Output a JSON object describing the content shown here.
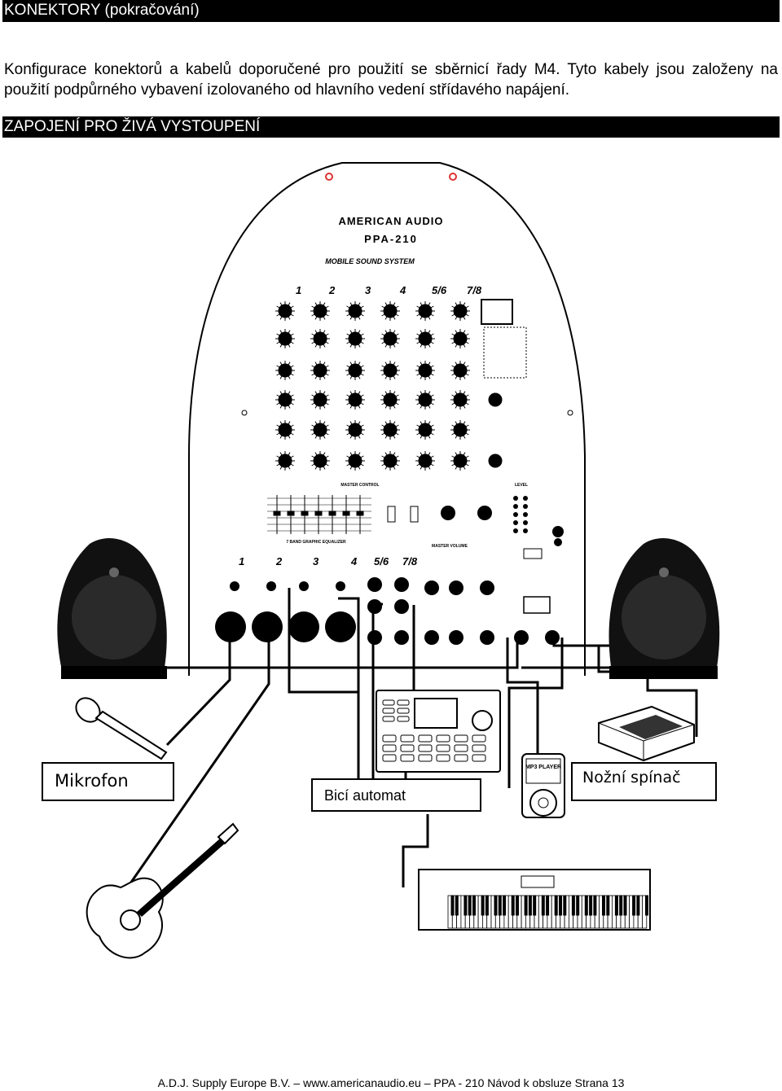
{
  "header": {
    "title": "KONEKTORY (pokračování)"
  },
  "intro": {
    "text": "Konfigurace konektorů a kabelů doporučené pro použití se sběrnicí řady M4. Tyto kabely jsou založeny na použití podpůrného vybavení izolovaného od hlavního vedení střídavého napájení."
  },
  "section": {
    "title": "ZAPOJENÍ PRO ŽIVÁ VYSTOUPENÍ"
  },
  "mixer": {
    "brand": "AMERICAN AUDIO",
    "model": "PPA-210",
    "subtitle": "MOBILE SOUND SYSTEM",
    "channels_top": [
      "1",
      "2",
      "3",
      "4",
      "5/6",
      "7/8"
    ],
    "channels_bottom": [
      "1",
      "2",
      "3",
      "4",
      "5/6",
      "7/8"
    ],
    "master_control": "MASTER CONTROL",
    "level": "LEVEL",
    "equalizer": "7 BAND GRAPHIC EQUALIZER",
    "master_volume": "MASTER VOLUME"
  },
  "devices": {
    "mp3_player": "MP3 PLAYER"
  },
  "labels": {
    "microphone": "Mikrofon",
    "drum_machine": "Bicí automat",
    "foot_switch": "Nožní spínač"
  },
  "footer": {
    "text": "A.D.J. Supply Europe B.V. – www.americanaudio.eu – PPA - 210  Návod k obsluze Strana 13"
  }
}
